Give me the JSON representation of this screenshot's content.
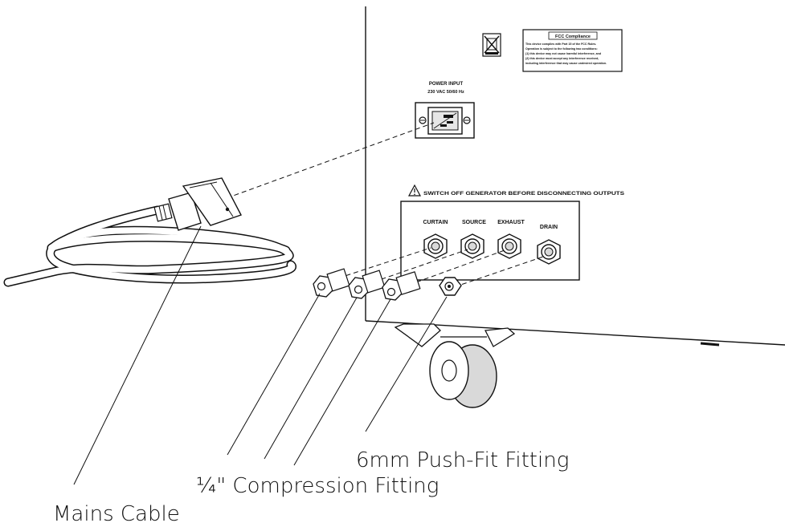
{
  "panel_labels": {
    "fcc_title": "FCC Compliance",
    "fcc_body": [
      "This device complies with Part 15 of the FCC Rules.",
      "Operation is subject to the following two conditions:",
      "(1) this device may not cause harmful interference, and",
      "(2) this device must accept any interference received,",
      "including interference that may cause undesired operation."
    ],
    "power_input_line1": "POWER INPUT",
    "power_input_line2": "230 VAC 50/60 Hz",
    "warning": "SWITCH OFF GENERATOR BEFORE DISCONNECTING OUTPUTS",
    "ports": [
      "CURTAIN",
      "SOURCE",
      "EXHAUST",
      "DRAIN"
    ]
  },
  "callouts": {
    "push_fit": "6mm Push-Fit Fitting",
    "compression": "¼\" Compression Fitting",
    "mains": "Mains Cable"
  },
  "colors": {
    "line": "#111111",
    "background": "#ffffff",
    "shade": "#d9d9d9"
  }
}
